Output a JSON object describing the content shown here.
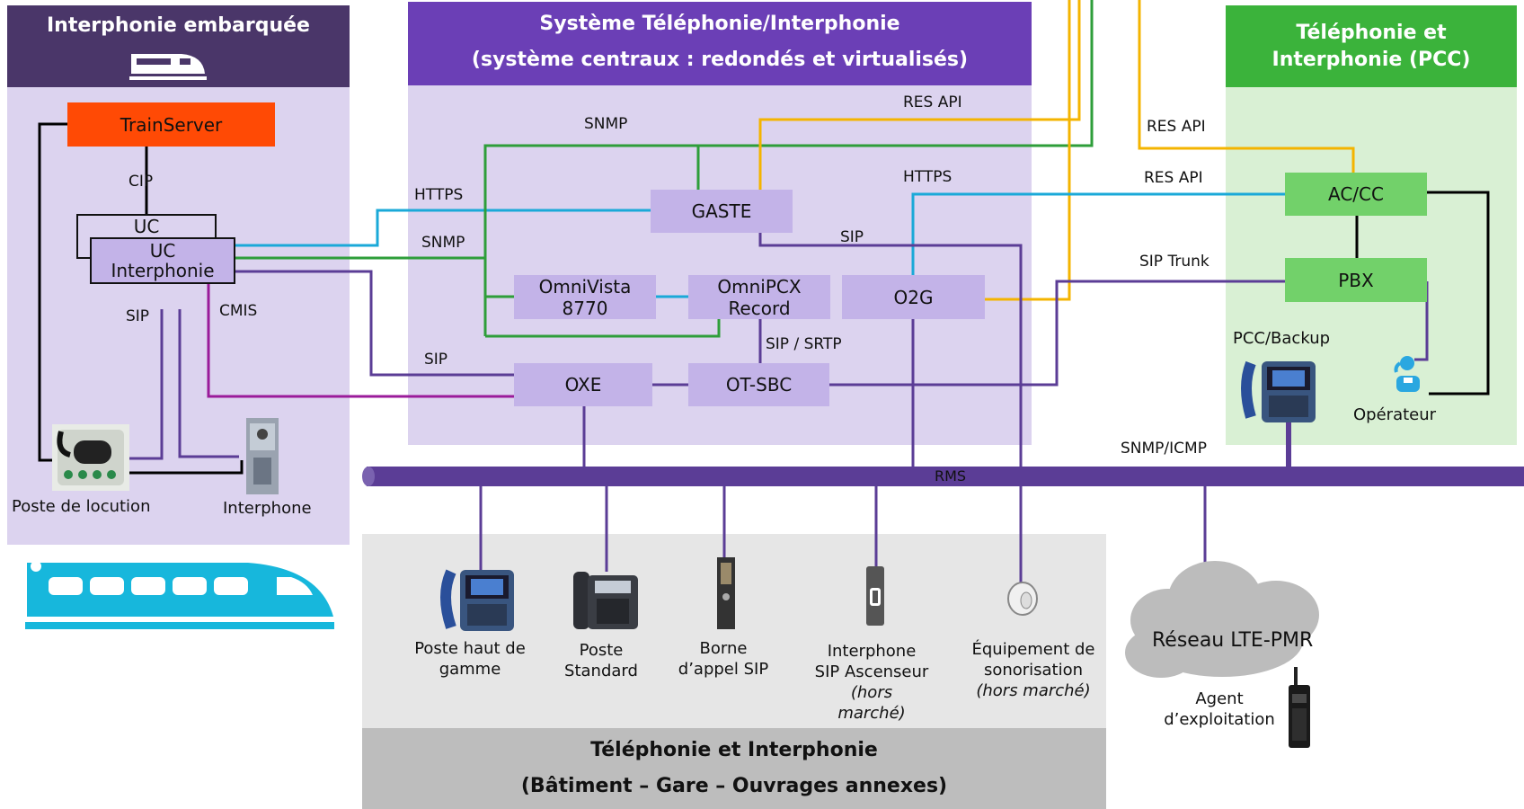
{
  "panels": {
    "embedded": {
      "title": "Interphonie embarquée"
    },
    "central": {
      "title_line1": "Système Téléphonie/Interphonie",
      "title_line2": "(système centraux : redondés et virtualisés)"
    },
    "pcc": {
      "title_line1": "Téléphonie et",
      "title_line2": "Interphonie (PCC)"
    },
    "building": {
      "title_line1": "Téléphonie et Interphonie",
      "title_line2": "(Bâtiment – Gare – Ouvrages annexes)"
    }
  },
  "nodes": {
    "trainserver": "TrainServer",
    "uc": "UC",
    "uc_interphonie_1": "UC",
    "uc_interphonie_2": "Interphonie",
    "gaste": "GASTE",
    "omnivista_1": "OmniVista",
    "omnivista_2": "8770",
    "omnipcx_1": "OmniPCX",
    "omnipcx_2": "Record",
    "o2g": "O2G",
    "oxe": "OXE",
    "otsbc": "OT-SBC",
    "accc": "AC/CC",
    "pbx": "PBX",
    "rms": "RMS",
    "lte": "Réseau LTE-PMR"
  },
  "links": {
    "cip": "CIP",
    "sip_left": "SIP",
    "cmis": "CMIS",
    "https_left": "HTTPS",
    "snmp_left": "SNMP",
    "sip_mid": "SIP",
    "snmp_top": "SNMP",
    "res_api_top": "RES API",
    "https_right": "HTTPS",
    "sip_gaste": "SIP",
    "sip_srtp": "SIP / SRTP",
    "res_api_right_top": "RES API",
    "res_api_right": "RES API",
    "sip_trunk": "SIP Trunk",
    "snmp_icmp": "SNMP/ICMP"
  },
  "devices": {
    "poste_location": "Poste de locution",
    "interphone": "Interphone",
    "pcc_backup": "PCC/Backup",
    "operateur": "Opérateur",
    "poste_haut_1": "Poste haut de",
    "poste_haut_2": "gamme",
    "poste_std_1": "Poste",
    "poste_std_2": "Standard",
    "borne_1": "Borne",
    "borne_2": "d’appel SIP",
    "asc_1": "Interphone",
    "asc_2": "SIP Ascenseur",
    "asc_3": "(hors",
    "asc_4": "marché)",
    "sono_1": "Équipement de",
    "sono_2": "sonorisation",
    "sono_3": "(hors marché)",
    "agent_1": "Agent",
    "agent_2": "d’exploitation"
  },
  "colors": {
    "purple_dark": "#4a3669",
    "purple_bright": "#6b3fb6",
    "purple_light": "#dcd3ef",
    "purple_node": "#c3b3e8",
    "green_bright": "#3bb33b",
    "green_light": "#d9f0d4",
    "green_node": "#72d16a",
    "orange": "#ff4a05",
    "cyan": "#00b4e0",
    "grey_light": "#e6e6e6",
    "grey_dark": "#bdbdbd",
    "wire_purple": "#5b3d96",
    "wire_green": "#2e9e3a",
    "wire_cyan": "#1aa9d8",
    "wire_yellow": "#f4b400",
    "wire_magenta": "#9a1b9a"
  }
}
